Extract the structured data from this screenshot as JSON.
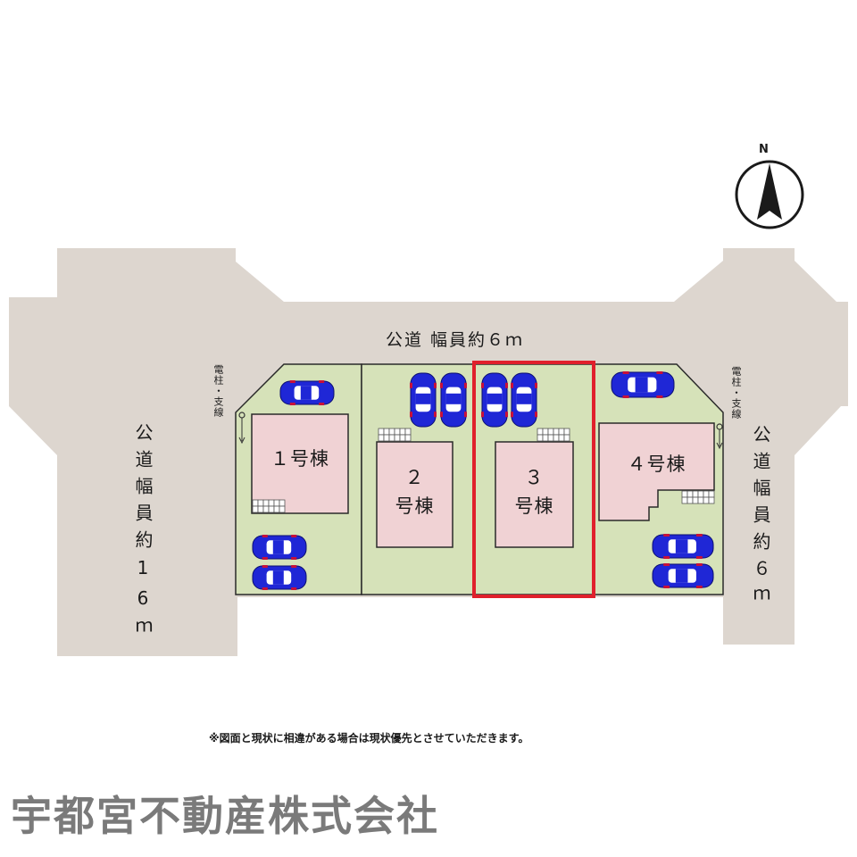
{
  "map": {
    "north_label": "N",
    "roads": {
      "north_road": "公道 幅員約６ｍ",
      "west_road": "公道幅員約16ｍ",
      "east_road": "公道幅員約６ｍ"
    },
    "utility_pole_label": "電柱・支線",
    "buildings": [
      {
        "id": 1,
        "name": "１号棟",
        "highlighted": false
      },
      {
        "id": 2,
        "name": "２\n号棟",
        "highlighted": false
      },
      {
        "id": 3,
        "name": "３\n号棟",
        "highlighted": true
      },
      {
        "id": 4,
        "name": "４号棟",
        "highlighted": false
      }
    ],
    "colors": {
      "road": "#ddd6cf",
      "lot": "#d6e2b9",
      "building": "#f0d2d4",
      "highlight": "#e0202c",
      "car": "#1f27d6"
    }
  },
  "footer": {
    "disclaimer": "※図面と現状に相違がある場合は現状優先とさせていただきます。",
    "company": "宇都宮不動産株式会社"
  }
}
